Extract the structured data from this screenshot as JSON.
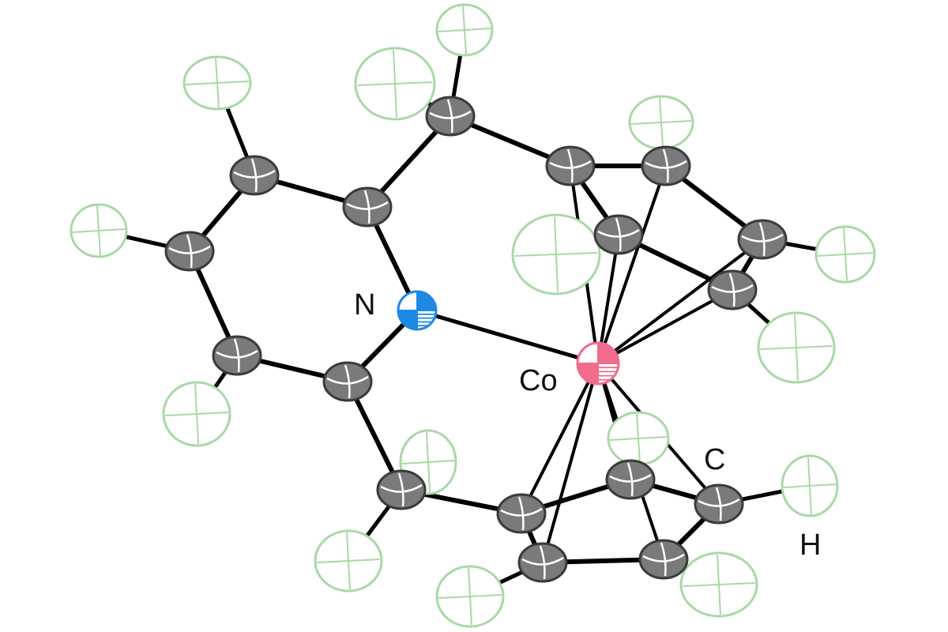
{
  "figure": {
    "labels": {
      "n": "N",
      "co": "Co",
      "c": "C",
      "h": "H"
    }
  },
  "colors": {
    "carbon": "#7a7a7a",
    "carbon_outline": "#3a3a3a",
    "hydrogen": "#a9d8a6",
    "nitrogen": "#1e88e5",
    "cobalt": "#f06b8c",
    "bond": "#000000"
  }
}
